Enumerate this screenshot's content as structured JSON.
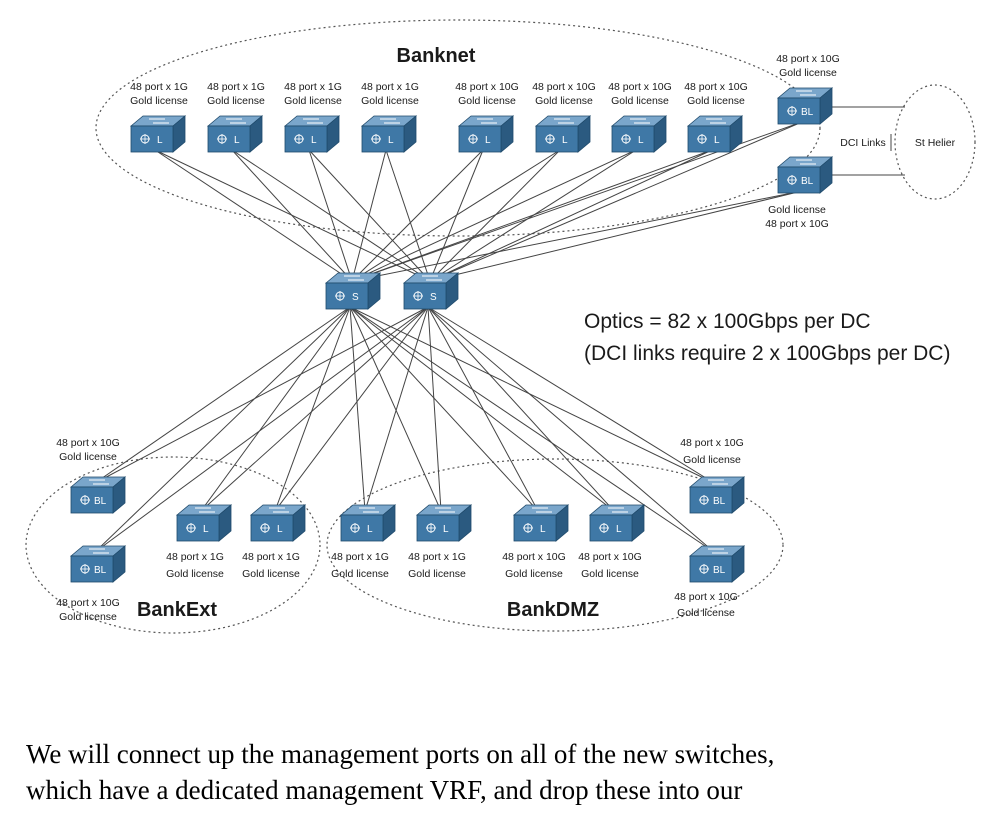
{
  "groups": {
    "banknet": "Banknet",
    "bankext": "BankExt",
    "bankdmz": "BankDMZ",
    "st_helier": "St Helier",
    "dci_links": "DCI Links"
  },
  "labels": {
    "p1g": "48 port x 1G",
    "p10g": "48 port x 10G",
    "gold": "Gold license"
  },
  "switch_tags": {
    "leaf": "L",
    "spine": "S",
    "border": "BL"
  },
  "optics": {
    "line1": "Optics = 82 x 100Gbps per DC",
    "line2": "(DCI links require 2 x 100Gbps per DC)"
  },
  "paragraph": [
    "We will connect up the management ports on all of the new switches,",
    "which have a dedicated management VRF, and drop these into our"
  ],
  "colors": {
    "switch_front": "#3f78a6",
    "switch_top": "#7aa6cb",
    "switch_side": "#2b5a80",
    "line": "#444444"
  }
}
